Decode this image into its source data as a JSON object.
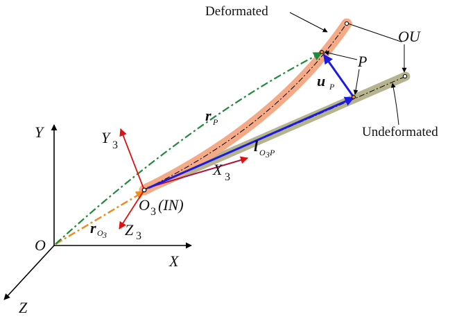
{
  "labels": {
    "deformated": "Deformated",
    "undeformated": "Undeformated",
    "ou": "OU",
    "p": "P",
    "u": "u",
    "u_sub": "P",
    "r": "r",
    "r_sub": "P",
    "l": "l",
    "l_sub_o": "O",
    "l_sub_3": "3",
    "l_sub_p": "P",
    "x3": "X",
    "y3": "Y",
    "z3": "Z",
    "three": "3",
    "o3": "O",
    "o3_sub": "3",
    "in_tag": "(IN)",
    "ro": "r",
    "ro_sub_o": "O",
    "ro_sub_3": "3",
    "y_axis": "Y",
    "x_axis": "X",
    "z_axis": "Z",
    "origin": "O"
  },
  "colors": {
    "deformed_body": "#f4a987",
    "undeformed_body": "#b6b38f",
    "blue_vector": "#1a1ae6",
    "red_frame": "#e01010",
    "green_vector": "#1f8a3a",
    "orange_vector": "#f08c1c",
    "purple_segment": "#b0103c",
    "black": "#000000"
  }
}
